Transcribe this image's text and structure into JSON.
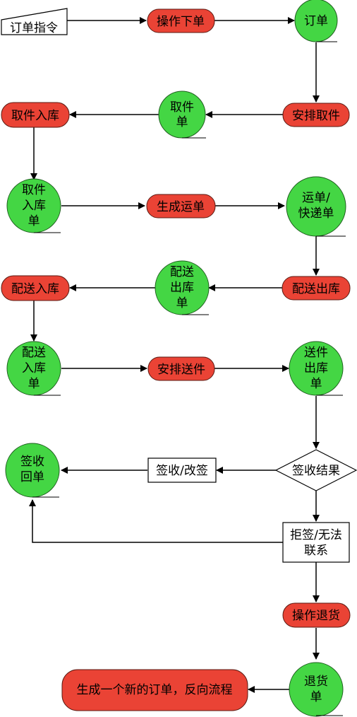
{
  "colors": {
    "process": "#ea4335",
    "document": "#44d644",
    "outline": "#000000"
  },
  "nodes": {
    "start": "订单指令",
    "op_order": "操作下单",
    "order": "订单",
    "arrange_pickup": "安排取件",
    "pickup_slip": [
      "取件",
      "单"
    ],
    "pickup_in": "取件入库",
    "pickup_in_slip": [
      "取件",
      "入库",
      "单"
    ],
    "make_waybill": "生成运单",
    "waybill": [
      "运单/",
      "快递单"
    ],
    "dispatch_out": "配送出库",
    "dispatch_out_slip": [
      "配送",
      "出库",
      "单"
    ],
    "dispatch_in": "配送入库",
    "dispatch_in_slip": [
      "配送",
      "入库",
      "单"
    ],
    "arrange_delivery": "安排送件",
    "delivery_out_slip": [
      "送件",
      "出库",
      "单"
    ],
    "sign_result": "签收结果",
    "sign_change": "签收/改签",
    "receipt": [
      "签收",
      "回单"
    ],
    "refuse": [
      "拒签/无法",
      "联系"
    ],
    "op_return": "操作退货",
    "return_slip": [
      "退货",
      "单"
    ],
    "reverse": "生成一个新的订单，反向流程"
  }
}
